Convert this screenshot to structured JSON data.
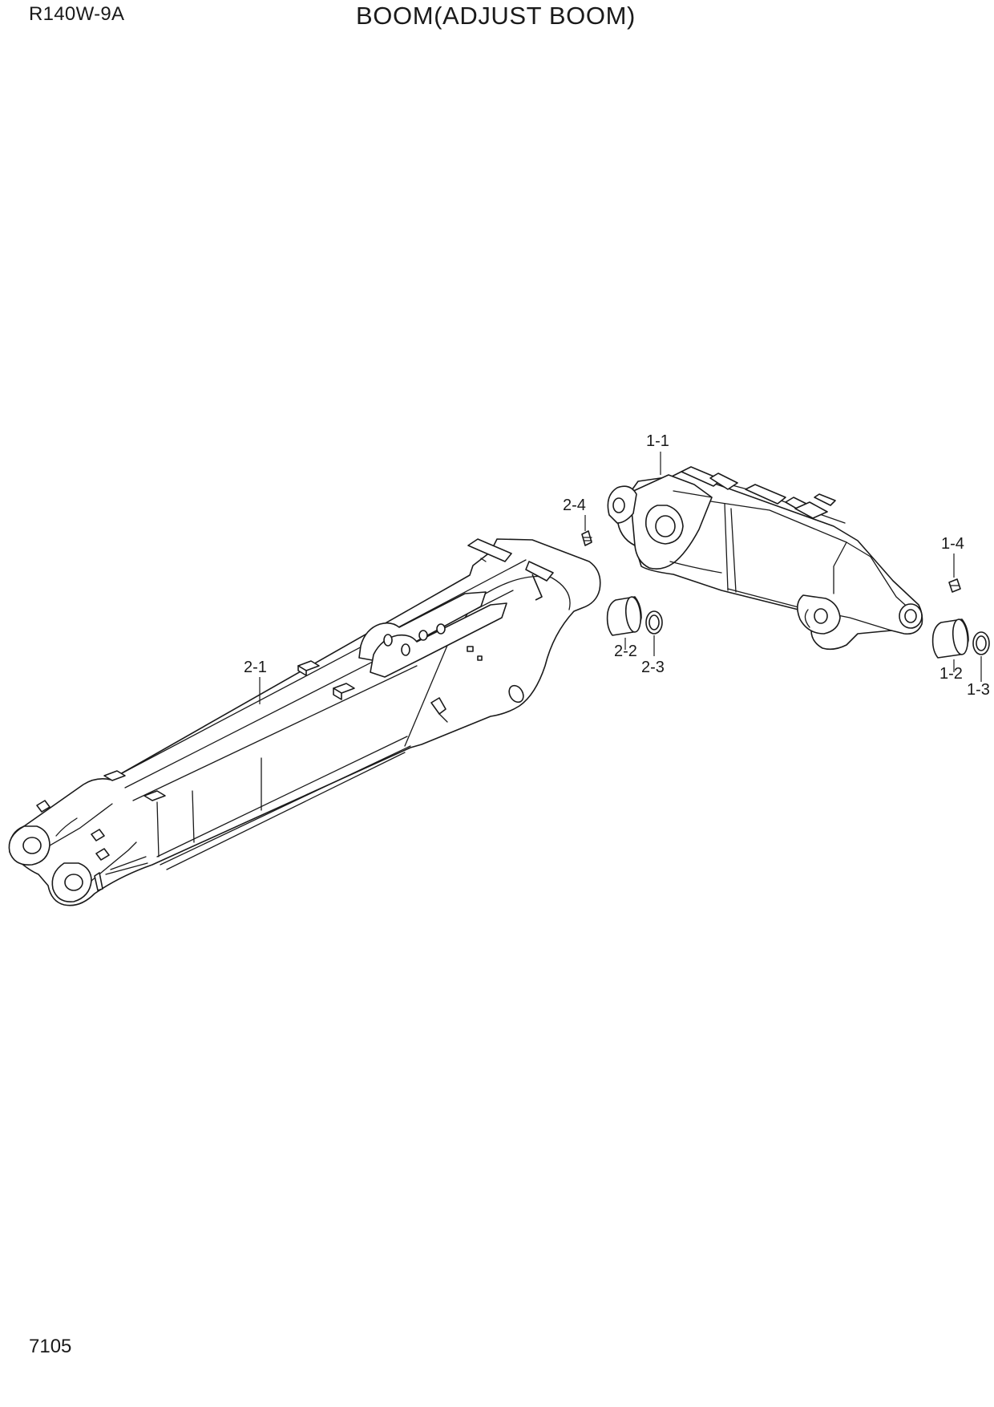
{
  "header": {
    "model": "R140W-9A",
    "title": "BOOM(ADJUST BOOM)"
  },
  "footer": {
    "page_number": "7105"
  },
  "callouts": [
    {
      "id": "c11",
      "label": "1-1"
    },
    {
      "id": "c12",
      "label": "1-2"
    },
    {
      "id": "c13",
      "label": "1-3"
    },
    {
      "id": "c14",
      "label": "1-4"
    },
    {
      "id": "c21",
      "label": "2-1"
    },
    {
      "id": "c22",
      "label": "2-2"
    },
    {
      "id": "c23",
      "label": "2-3"
    },
    {
      "id": "c24",
      "label": "2-4"
    }
  ]
}
